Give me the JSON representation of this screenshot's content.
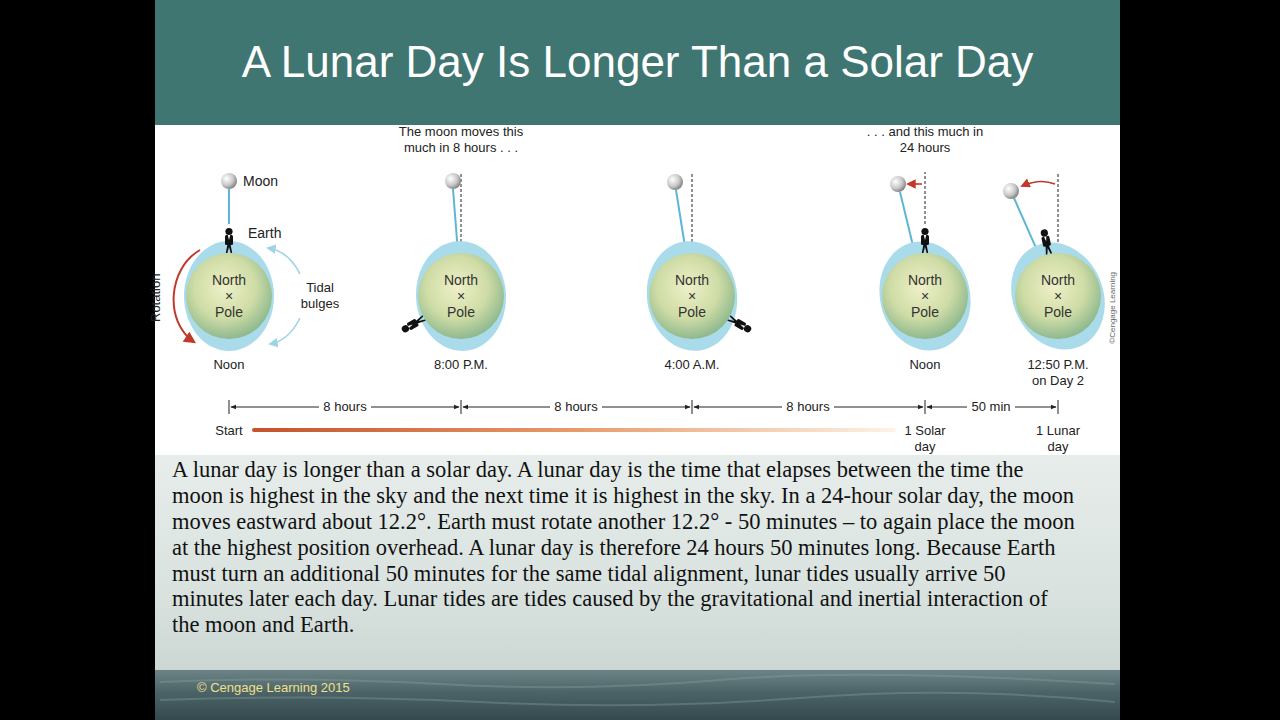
{
  "diagram": {
    "title": "A Lunar Day Is Longer Than a Solar Day",
    "caption": "A lunar day is longer than a solar day. A lunar day is the time that elapses between the time the moon is highest in the sky and the next time it is highest in the sky. In a 24-hour solar day, the moon moves eastward about 12.2°. Earth must rotate another 12.2° - 50 minutes – to again place the moon at the highest position overhead. A lunar day is therefore 24 hours 50 minutes long. Because Earth must turn an additional 50 minutes for the same tidal alignment, lunar tides usually arrive 50 minutes later each day. Lunar tides are tides caused by the gravitational and inertial interaction of the moon and Earth.",
    "nodes": [
      {
        "text": [
          "North × Pole"
        ]
      },
      {
        "text": [
          "North × Pole"
        ]
      },
      {
        "text": [
          "North × Pole"
        ]
      },
      {
        "text": [
          "North × Pole"
        ]
      },
      {
        "text": [
          "North × Pole"
        ]
      }
    ],
    "labels": [
      "Moon",
      "Earth",
      "Tidal bulges",
      "Rotation",
      "The moon moves this much in 8 hours . . .",
      "Noon",
      "8:00 P.M.",
      "4:00 A.M.",
      ". . . and this much in 24 hours",
      "Noon",
      "12:50 P.M. on Day 2",
      "8 hours",
      "8 hours",
      "8 hours",
      "50 min",
      "Start",
      "1 Solar day",
      "1 Lunar day",
      "©Cengage Learning",
      "© Cengage Learning 2015"
    ]
  }
}
